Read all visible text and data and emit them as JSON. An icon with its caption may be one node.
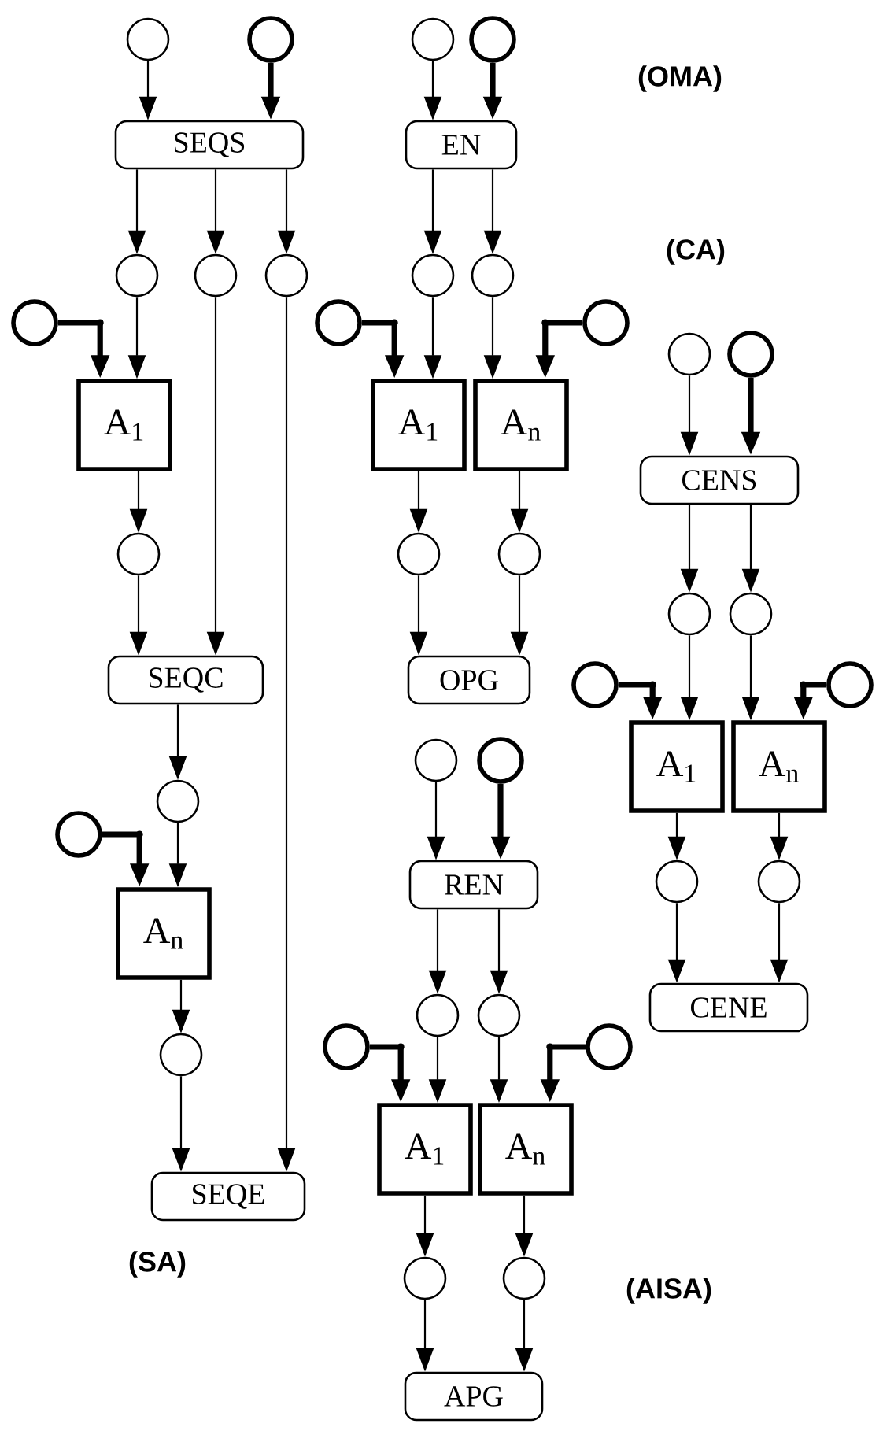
{
  "diagram": {
    "nodes": [
      {
        "text": [],
        "shape": "circle"
      },
      {
        "text": [],
        "shape": "circle"
      },
      {
        "text": [
          "SEQS"
        ]
      },
      {
        "text": [],
        "shape": "circle"
      },
      {
        "text": [],
        "shape": "circle"
      },
      {
        "text": [],
        "shape": "circle"
      },
      {
        "text": [],
        "shape": "circle"
      },
      {
        "text": [
          "A$_{1}$"
        ]
      },
      {
        "text": [],
        "shape": "circle"
      },
      {
        "text": [
          "SEQC"
        ]
      },
      {
        "text": [],
        "shape": "circle"
      },
      {
        "text": [],
        "shape": "circle"
      },
      {
        "text": [
          "A$_{n}$"
        ]
      },
      {
        "text": [],
        "shape": "circle"
      },
      {
        "text": [
          "SEQE"
        ]
      },
      {
        "text": [],
        "shape": "circle"
      },
      {
        "text": [],
        "shape": "circle"
      },
      {
        "text": [
          "EN"
        ]
      },
      {
        "text": [],
        "shape": "circle"
      },
      {
        "text": [],
        "shape": "circle"
      },
      {
        "text": [],
        "shape": "circle"
      },
      {
        "text": [
          "A$_{1}$"
        ]
      },
      {
        "text": [
          "A$_{n}$"
        ]
      },
      {
        "text": [],
        "shape": "circle"
      },
      {
        "text": [],
        "shape": "circle"
      },
      {
        "text": [],
        "shape": "circle"
      },
      {
        "text": [
          "OPG"
        ]
      },
      {
        "text": [],
        "shape": "circle"
      },
      {
        "text": [],
        "shape": "circle"
      },
      {
        "text": [
          "CENS"
        ]
      },
      {
        "text": [],
        "shape": "circle"
      },
      {
        "text": [],
        "shape": "circle"
      },
      {
        "text": [],
        "shape": "circle"
      },
      {
        "text": [
          "A$_{1}$"
        ]
      },
      {
        "text": [
          "A$_{n}$"
        ]
      },
      {
        "text": [],
        "shape": "circle"
      },
      {
        "text": [],
        "shape": "circle"
      },
      {
        "text": [],
        "shape": "circle"
      },
      {
        "text": [
          "CENE"
        ]
      },
      {
        "text": [],
        "shape": "circle"
      },
      {
        "text": [],
        "shape": "circle"
      },
      {
        "text": [
          "REN"
        ]
      },
      {
        "text": [],
        "shape": "circle"
      },
      {
        "text": [],
        "shape": "circle"
      },
      {
        "text": [],
        "shape": "circle"
      },
      {
        "text": [
          "A$_{1}$"
        ]
      },
      {
        "text": [
          "A$_{n}$"
        ]
      },
      {
        "text": [],
        "shape": "circle"
      },
      {
        "text": [],
        "shape": "circle"
      },
      {
        "text": [],
        "shape": "circle"
      },
      {
        "text": [
          "APG"
        ]
      }
    ],
    "edges": [
      {
        "from": 0,
        "to": 2,
        "arrow": "to"
      },
      {
        "from": 1,
        "to": 2,
        "arrow": "to",
        "style": "thick"
      },
      {
        "from": 2,
        "to": 3,
        "arrow": "to"
      },
      {
        "from": 2,
        "to": 4,
        "arrow": "to"
      },
      {
        "from": 2,
        "to": 5,
        "arrow": "to"
      },
      {
        "from": 6,
        "to": 7,
        "arrow": "to",
        "style": "thick"
      },
      {
        "from": 3,
        "to": 7,
        "arrow": "to"
      },
      {
        "from": 7,
        "to": 8,
        "arrow": "to"
      },
      {
        "from": 8,
        "to": 9,
        "arrow": "to"
      },
      {
        "from": 4,
        "to": 9,
        "arrow": "to"
      },
      {
        "from": 9,
        "to": 10,
        "arrow": "to"
      },
      {
        "from": 11,
        "to": 12,
        "arrow": "to",
        "style": "thick"
      },
      {
        "from": 10,
        "to": 12,
        "arrow": "to"
      },
      {
        "from": 12,
        "to": 13,
        "arrow": "to"
      },
      {
        "from": 13,
        "to": 14,
        "arrow": "to"
      },
      {
        "from": 5,
        "to": 14,
        "arrow": "to"
      },
      {
        "from": 15,
        "to": 17,
        "arrow": "to"
      },
      {
        "from": 16,
        "to": 17,
        "arrow": "to",
        "style": "thick"
      },
      {
        "from": 17,
        "to": 18,
        "arrow": "to"
      },
      {
        "from": 17,
        "to": 19,
        "arrow": "to"
      },
      {
        "from": 20,
        "to": 21,
        "arrow": "to",
        "style": "thick"
      },
      {
        "from": 18,
        "to": 21,
        "arrow": "to"
      },
      {
        "from": 19,
        "to": 22,
        "arrow": "to"
      },
      {
        "from": 23,
        "to": 22,
        "arrow": "to",
        "style": "thick"
      },
      {
        "from": 21,
        "to": 24,
        "arrow": "to"
      },
      {
        "from": 22,
        "to": 25,
        "arrow": "to"
      },
      {
        "from": 24,
        "to": 26,
        "arrow": "to"
      },
      {
        "from": 25,
        "to": 26,
        "arrow": "to"
      },
      {
        "from": 27,
        "to": 29,
        "arrow": "to"
      },
      {
        "from": 28,
        "to": 29,
        "arrow": "to",
        "style": "thick"
      },
      {
        "from": 29,
        "to": 30,
        "arrow": "to"
      },
      {
        "from": 29,
        "to": 31,
        "arrow": "to"
      },
      {
        "from": 32,
        "to": 33,
        "arrow": "to",
        "style": "thick"
      },
      {
        "from": 30,
        "to": 33,
        "arrow": "to"
      },
      {
        "from": 31,
        "to": 34,
        "arrow": "to"
      },
      {
        "from": 35,
        "to": 34,
        "arrow": "to",
        "style": "thick"
      },
      {
        "from": 33,
        "to": 36,
        "arrow": "to"
      },
      {
        "from": 34,
        "to": 37,
        "arrow": "to"
      },
      {
        "from": 36,
        "to": 38,
        "arrow": "to"
      },
      {
        "from": 37,
        "to": 38,
        "arrow": "to"
      },
      {
        "from": 39,
        "to": 41,
        "arrow": "to"
      },
      {
        "from": 40,
        "to": 41,
        "arrow": "to",
        "style": "thick"
      },
      {
        "from": 41,
        "to": 42,
        "arrow": "to"
      },
      {
        "from": 41,
        "to": 43,
        "arrow": "to"
      },
      {
        "from": 44,
        "to": 45,
        "arrow": "to",
        "style": "thick"
      },
      {
        "from": 42,
        "to": 45,
        "arrow": "to"
      },
      {
        "from": 43,
        "to": 46,
        "arrow": "to"
      },
      {
        "from": 47,
        "to": 46,
        "arrow": "to",
        "style": "thick"
      },
      {
        "from": 45,
        "to": 48,
        "arrow": "to"
      },
      {
        "from": 46,
        "to": 49,
        "arrow": "to"
      },
      {
        "from": 48,
        "to": 50,
        "arrow": "to"
      },
      {
        "from": 49,
        "to": 50,
        "arrow": "to"
      }
    ],
    "labels": [
      "(OMA)",
      "(CA)",
      "(SA)",
      "(AISA)"
    ]
  }
}
